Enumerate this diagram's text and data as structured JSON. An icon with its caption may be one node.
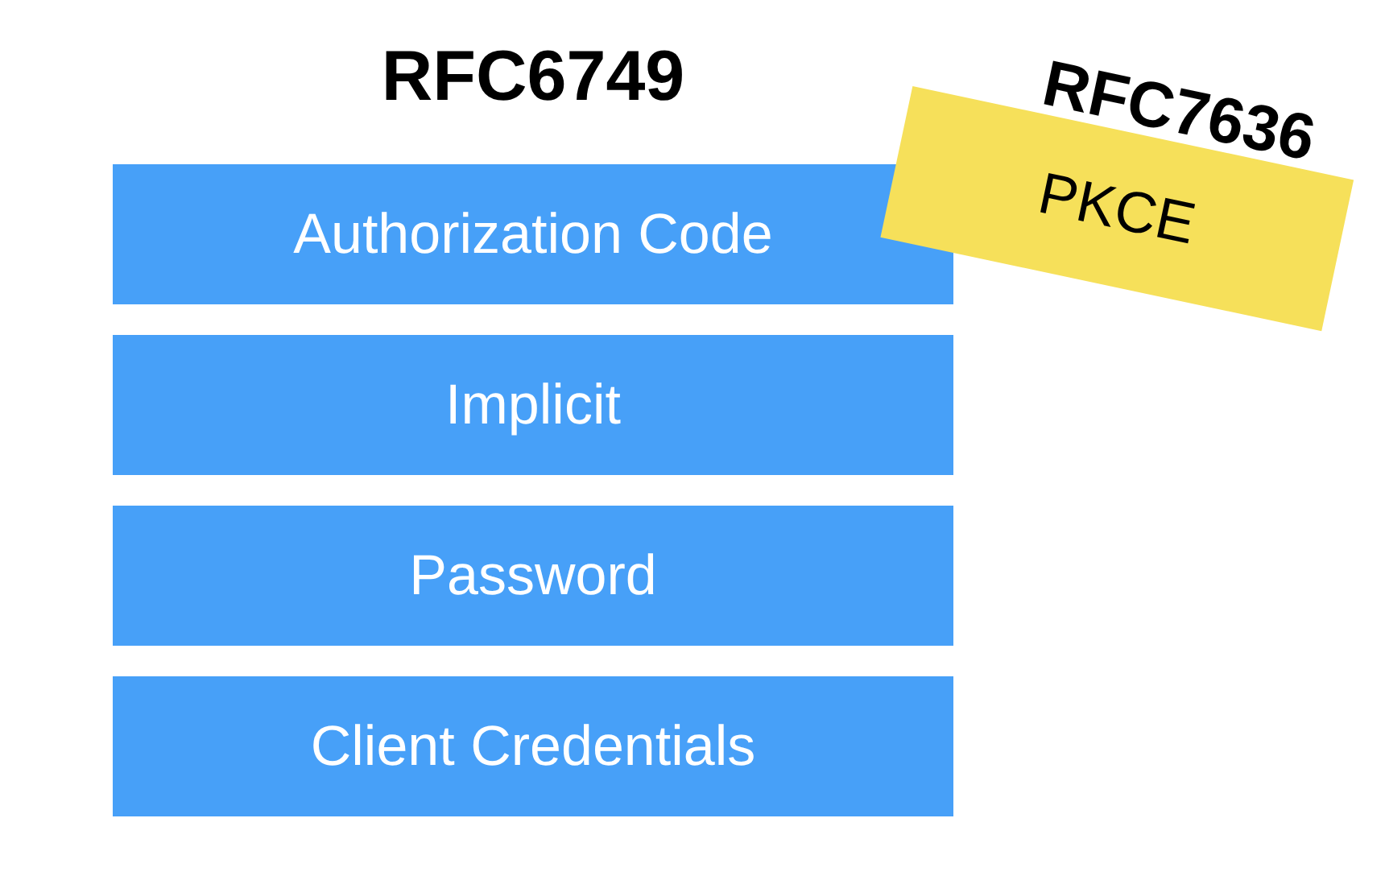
{
  "diagram": {
    "title": "RFC6749",
    "nodes": [
      {
        "text": [
          "Authorization Code"
        ]
      },
      {
        "text": [
          "Implicit"
        ]
      },
      {
        "text": [
          "Password"
        ]
      },
      {
        "text": [
          "Client Credentials"
        ]
      },
      {
        "text": [
          "RFC7636",
          "PKCE"
        ]
      }
    ]
  }
}
